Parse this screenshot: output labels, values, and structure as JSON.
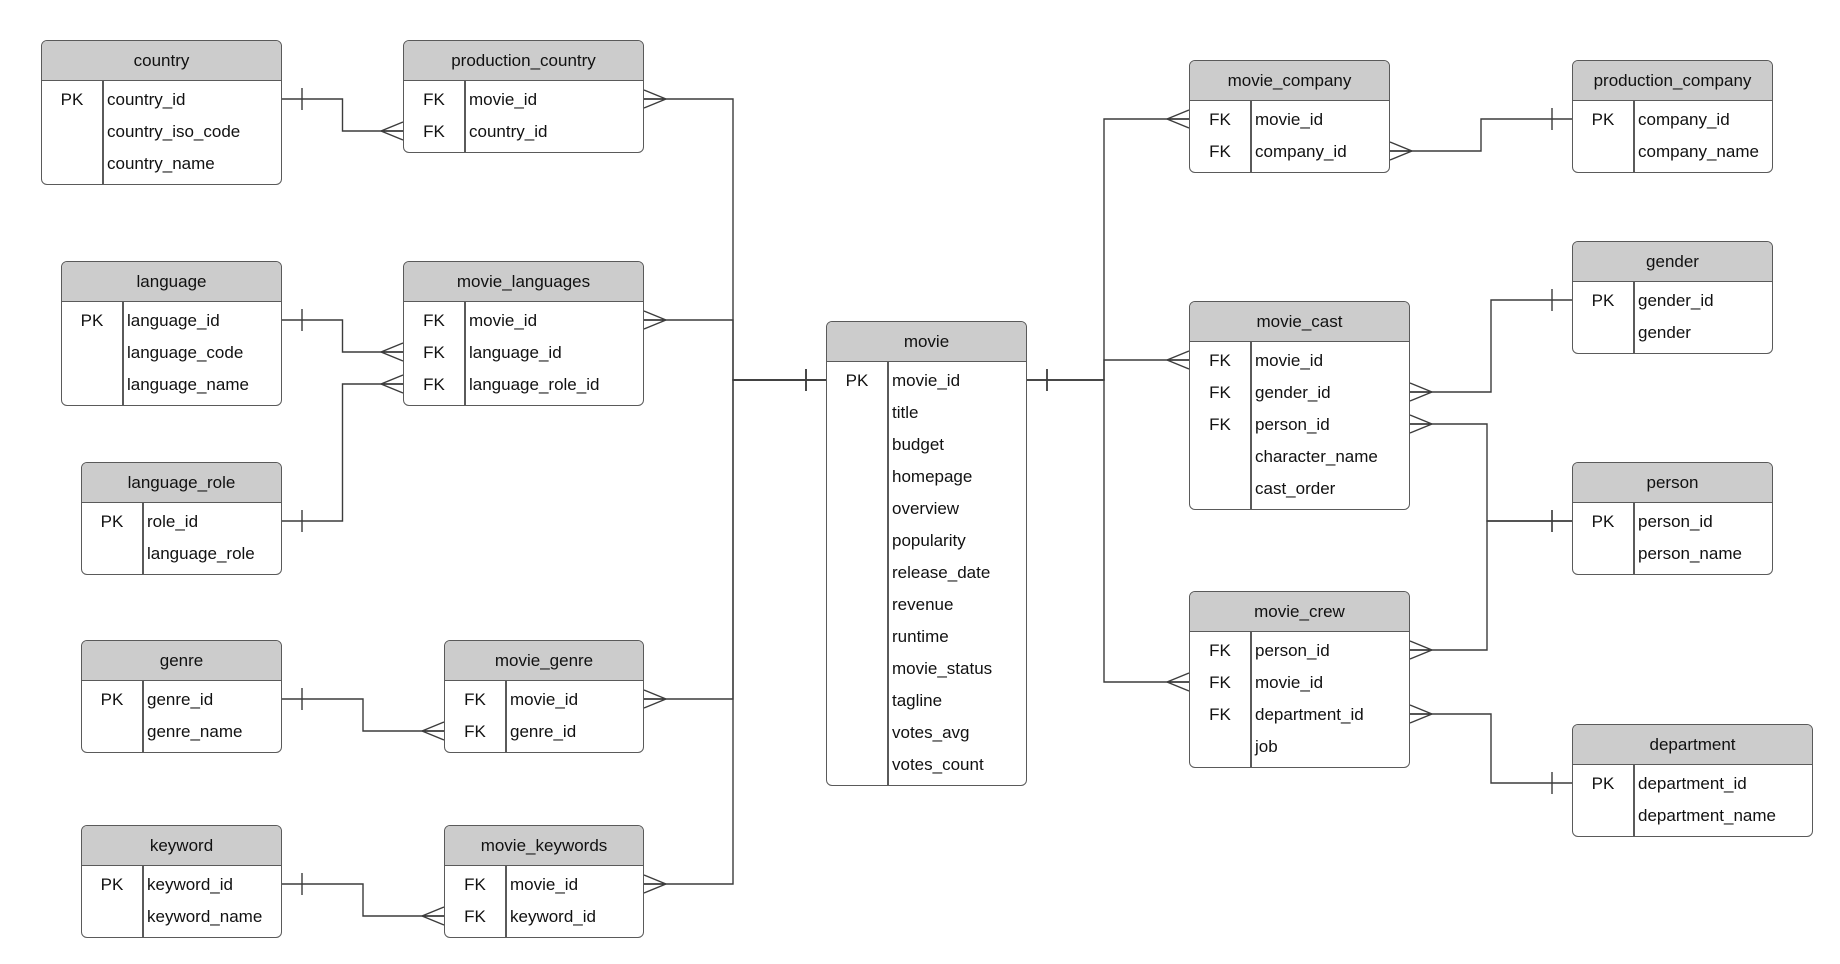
{
  "tables": [
    {
      "id": "country",
      "name": "country",
      "rows": [
        {
          "key": "PK",
          "col": "country_id"
        },
        {
          "key": "",
          "col": "country_iso_code"
        },
        {
          "key": "",
          "col": "country_name"
        }
      ]
    },
    {
      "id": "production_country",
      "name": "production_country",
      "rows": [
        {
          "key": "FK",
          "col": "movie_id"
        },
        {
          "key": "FK",
          "col": "country_id"
        }
      ]
    },
    {
      "id": "language",
      "name": "language",
      "rows": [
        {
          "key": "PK",
          "col": "language_id"
        },
        {
          "key": "",
          "col": "language_code"
        },
        {
          "key": "",
          "col": "language_name"
        }
      ]
    },
    {
      "id": "movie_languages",
      "name": "movie_languages",
      "rows": [
        {
          "key": "FK",
          "col": "movie_id"
        },
        {
          "key": "FK",
          "col": "language_id"
        },
        {
          "key": "FK",
          "col": "language_role_id"
        }
      ]
    },
    {
      "id": "language_role",
      "name": "language_role",
      "rows": [
        {
          "key": "PK",
          "col": "role_id"
        },
        {
          "key": "",
          "col": "language_role"
        }
      ]
    },
    {
      "id": "genre",
      "name": "genre",
      "rows": [
        {
          "key": "PK",
          "col": "genre_id"
        },
        {
          "key": "",
          "col": "genre_name"
        }
      ]
    },
    {
      "id": "movie_genre",
      "name": "movie_genre",
      "rows": [
        {
          "key": "FK",
          "col": "movie_id"
        },
        {
          "key": "FK",
          "col": "genre_id"
        }
      ]
    },
    {
      "id": "keyword",
      "name": "keyword",
      "rows": [
        {
          "key": "PK",
          "col": "keyword_id"
        },
        {
          "key": "",
          "col": "keyword_name"
        }
      ]
    },
    {
      "id": "movie_keywords",
      "name": "movie_keywords",
      "rows": [
        {
          "key": "FK",
          "col": "movie_id"
        },
        {
          "key": "FK",
          "col": "keyword_id"
        }
      ]
    },
    {
      "id": "movie",
      "name": "movie",
      "rows": [
        {
          "key": "PK",
          "col": "movie_id"
        },
        {
          "key": "",
          "col": "title"
        },
        {
          "key": "",
          "col": "budget"
        },
        {
          "key": "",
          "col": "homepage"
        },
        {
          "key": "",
          "col": "overview"
        },
        {
          "key": "",
          "col": "popularity"
        },
        {
          "key": "",
          "col": "release_date"
        },
        {
          "key": "",
          "col": "revenue"
        },
        {
          "key": "",
          "col": "runtime"
        },
        {
          "key": "",
          "col": "movie_status"
        },
        {
          "key": "",
          "col": "tagline"
        },
        {
          "key": "",
          "col": "votes_avg"
        },
        {
          "key": "",
          "col": "votes_count"
        }
      ]
    },
    {
      "id": "movie_company",
      "name": "movie_company",
      "rows": [
        {
          "key": "FK",
          "col": "movie_id"
        },
        {
          "key": "FK",
          "col": "company_id"
        }
      ]
    },
    {
      "id": "production_company",
      "name": "production_company",
      "rows": [
        {
          "key": "PK",
          "col": "company_id"
        },
        {
          "key": "",
          "col": "company_name"
        }
      ]
    },
    {
      "id": "gender",
      "name": "gender",
      "rows": [
        {
          "key": "PK",
          "col": "gender_id"
        },
        {
          "key": "",
          "col": "gender"
        }
      ]
    },
    {
      "id": "movie_cast",
      "name": "movie_cast",
      "rows": [
        {
          "key": "FK",
          "col": "movie_id"
        },
        {
          "key": "FK",
          "col": "gender_id"
        },
        {
          "key": "FK",
          "col": "person_id"
        },
        {
          "key": "",
          "col": "character_name"
        },
        {
          "key": "",
          "col": "cast_order"
        }
      ]
    },
    {
      "id": "person",
      "name": "person",
      "rows": [
        {
          "key": "PK",
          "col": "person_id"
        },
        {
          "key": "",
          "col": "person_name"
        }
      ]
    },
    {
      "id": "movie_crew",
      "name": "movie_crew",
      "rows": [
        {
          "key": "FK",
          "col": "person_id"
        },
        {
          "key": "FK",
          "col": "movie_id"
        },
        {
          "key": "FK",
          "col": "department_id"
        },
        {
          "key": "",
          "col": "job"
        }
      ]
    },
    {
      "id": "department",
      "name": "department",
      "rows": [
        {
          "key": "PK",
          "col": "department_id"
        },
        {
          "key": "",
          "col": "department_name"
        }
      ]
    }
  ],
  "relationships": [
    {
      "one": "country.country_id",
      "many": "production_country.country_id"
    },
    {
      "one": "movie.movie_id",
      "many": "production_country.movie_id"
    },
    {
      "one": "language.language_id",
      "many": "movie_languages.language_id"
    },
    {
      "one": "language_role.role_id",
      "many": "movie_languages.language_role_id"
    },
    {
      "one": "movie.movie_id",
      "many": "movie_languages.movie_id"
    },
    {
      "one": "genre.genre_id",
      "many": "movie_genre.genre_id"
    },
    {
      "one": "movie.movie_id",
      "many": "movie_genre.movie_id"
    },
    {
      "one": "keyword.keyword_id",
      "many": "movie_keywords.keyword_id"
    },
    {
      "one": "movie.movie_id",
      "many": "movie_keywords.movie_id"
    },
    {
      "one": "movie.movie_id",
      "many": "movie_company.movie_id"
    },
    {
      "one": "production_company.company_id",
      "many": "movie_company.company_id"
    },
    {
      "one": "movie.movie_id",
      "many": "movie_cast.movie_id"
    },
    {
      "one": "gender.gender_id",
      "many": "movie_cast.gender_id"
    },
    {
      "one": "person.person_id",
      "many": "movie_cast.person_id"
    },
    {
      "one": "person.person_id",
      "many": "movie_crew.person_id"
    },
    {
      "one": "movie.movie_id",
      "many": "movie_crew.movie_id"
    },
    {
      "one": "department.department_id",
      "many": "movie_crew.department_id"
    }
  ]
}
